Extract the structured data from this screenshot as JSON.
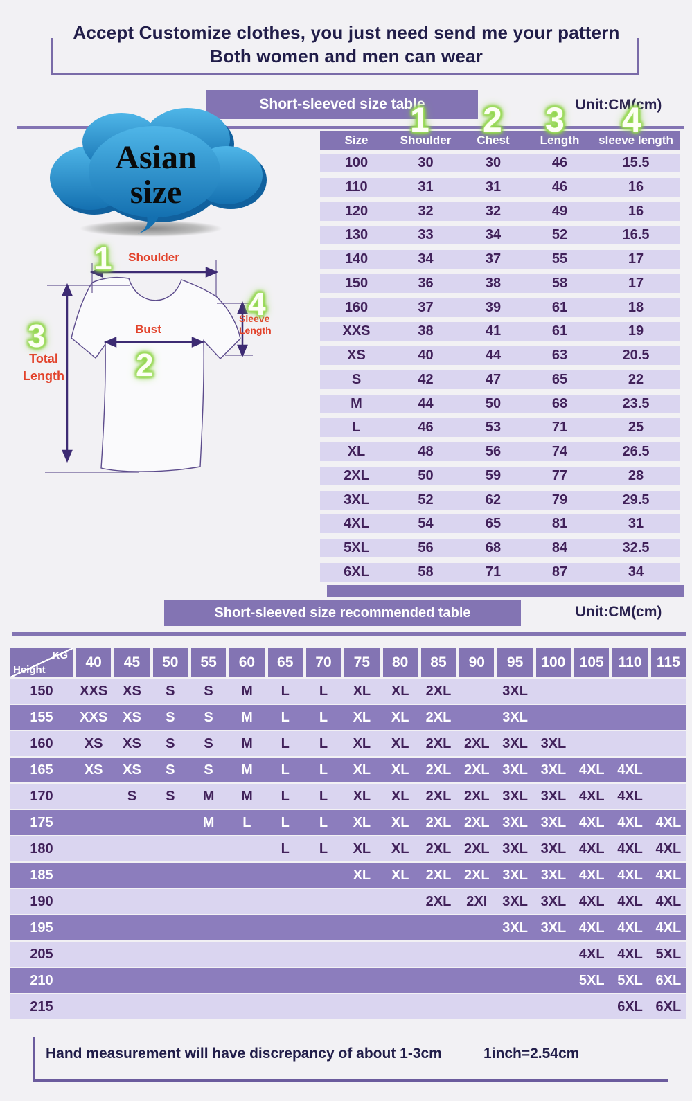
{
  "header": {
    "title_line1": "Accept Customize clothes, you just need send me your pattern",
    "title_line2": "Both women and men can wear"
  },
  "cloud": {
    "line1": "Asian",
    "line2": "size"
  },
  "markers": [
    "1",
    "2",
    "3",
    "4"
  ],
  "diagram": {
    "labels": {
      "shoulder": "Shoulder",
      "bust": "Bust",
      "total_line1": "Total",
      "total_line2": "Length",
      "sleeve_line1": "Sleeve",
      "sleeve_line2": "Length"
    }
  },
  "size_table": {
    "banner": "Short-sleeved size  table",
    "unit": "Unit:CM(cm)",
    "columns": [
      "Size",
      "Shoulder",
      "Chest",
      "Length",
      "sleeve length"
    ],
    "rows": [
      {
        "size": "100",
        "shoulder": "30",
        "chest": "30",
        "length": "46",
        "sleeve": "15.5"
      },
      {
        "size": "110",
        "shoulder": "31",
        "chest": "31",
        "length": "46",
        "sleeve": "16"
      },
      {
        "size": "120",
        "shoulder": "32",
        "chest": "32",
        "length": "49",
        "sleeve": "16"
      },
      {
        "size": "130",
        "shoulder": "33",
        "chest": "34",
        "length": "52",
        "sleeve": "16.5"
      },
      {
        "size": "140",
        "shoulder": "34",
        "chest": "37",
        "length": "55",
        "sleeve": "17"
      },
      {
        "size": "150",
        "shoulder": "36",
        "chest": "38",
        "length": "58",
        "sleeve": "17"
      },
      {
        "size": "160",
        "shoulder": "37",
        "chest": "39",
        "length": "61",
        "sleeve": "18"
      },
      {
        "size": "XXS",
        "shoulder": "38",
        "chest": "41",
        "length": "61",
        "sleeve": "19"
      },
      {
        "size": "XS",
        "shoulder": "40",
        "chest": "44",
        "length": "63",
        "sleeve": "20.5"
      },
      {
        "size": "S",
        "shoulder": "42",
        "chest": "47",
        "length": "65",
        "sleeve": "22"
      },
      {
        "size": "M",
        "shoulder": "44",
        "chest": "50",
        "length": "68",
        "sleeve": "23.5"
      },
      {
        "size": "L",
        "shoulder": "46",
        "chest": "53",
        "length": "71",
        "sleeve": "25"
      },
      {
        "size": "XL",
        "shoulder": "48",
        "chest": "56",
        "length": "74",
        "sleeve": "26.5"
      },
      {
        "size": "2XL",
        "shoulder": "50",
        "chest": "59",
        "length": "77",
        "sleeve": "28"
      },
      {
        "size": "3XL",
        "shoulder": "52",
        "chest": "62",
        "length": "79",
        "sleeve": "29.5"
      },
      {
        "size": "4XL",
        "shoulder": "54",
        "chest": "65",
        "length": "81",
        "sleeve": "31"
      },
      {
        "size": "5XL",
        "shoulder": "56",
        "chest": "68",
        "length": "84",
        "sleeve": "32.5"
      },
      {
        "size": "6XL",
        "shoulder": "58",
        "chest": "71",
        "length": "87",
        "sleeve": "34"
      }
    ]
  },
  "recommend_table": {
    "banner": "Short-sleeved size recommended table",
    "unit": "Unit:CM(cm)",
    "corner_top": "KG",
    "corner_bottom": "Height",
    "weights": [
      "40",
      "45",
      "50",
      "55",
      "60",
      "65",
      "70",
      "75",
      "80",
      "85",
      "90",
      "95",
      "100",
      "105",
      "110",
      "115"
    ],
    "rows": [
      {
        "height": "150",
        "cells": [
          "XXS",
          "XS",
          "S",
          "S",
          "M",
          "L",
          "L",
          "XL",
          "XL",
          "2XL",
          "",
          "3XL",
          "",
          "",
          "",
          ""
        ]
      },
      {
        "height": "155",
        "cells": [
          "XXS",
          "XS",
          "S",
          "S",
          "M",
          "L",
          "L",
          "XL",
          "XL",
          "2XL",
          "",
          "3XL",
          "",
          "",
          "",
          ""
        ]
      },
      {
        "height": "160",
        "cells": [
          "XS",
          "XS",
          "S",
          "S",
          "M",
          "L",
          "L",
          "XL",
          "XL",
          "2XL",
          "2XL",
          "3XL",
          "3XL",
          "",
          "",
          ""
        ]
      },
      {
        "height": "165",
        "cells": [
          "XS",
          "XS",
          "S",
          "S",
          "M",
          "L",
          "L",
          "XL",
          "XL",
          "2XL",
          "2XL",
          "3XL",
          "3XL",
          "4XL",
          "4XL",
          ""
        ]
      },
      {
        "height": "170",
        "cells": [
          "",
          "S",
          "S",
          "M",
          "M",
          "L",
          "L",
          "XL",
          "XL",
          "2XL",
          "2XL",
          "3XL",
          "3XL",
          "4XL",
          "4XL",
          ""
        ]
      },
      {
        "height": "175",
        "cells": [
          "",
          "",
          "",
          "M",
          "L",
          "L",
          "L",
          "XL",
          "XL",
          "2XL",
          "2XL",
          "3XL",
          "3XL",
          "4XL",
          "4XL",
          "4XL"
        ]
      },
      {
        "height": "180",
        "cells": [
          "",
          "",
          "",
          "",
          "",
          "L",
          "L",
          "XL",
          "XL",
          "2XL",
          "2XL",
          "3XL",
          "3XL",
          "4XL",
          "4XL",
          "4XL"
        ]
      },
      {
        "height": "185",
        "cells": [
          "",
          "",
          "",
          "",
          "",
          "",
          "",
          "XL",
          "XL",
          "2XL",
          "2XL",
          "3XL",
          "3XL",
          "4XL",
          "4XL",
          "4XL"
        ]
      },
      {
        "height": "190",
        "cells": [
          "",
          "",
          "",
          "",
          "",
          "",
          "",
          "",
          "",
          "2XL",
          "2XI",
          "3XL",
          "3XL",
          "4XL",
          "4XL",
          "4XL"
        ]
      },
      {
        "height": "195",
        "cells": [
          "",
          "",
          "",
          "",
          "",
          "",
          "",
          "",
          "",
          "",
          "",
          "3XL",
          "3XL",
          "4XL",
          "4XL",
          "4XL"
        ]
      },
      {
        "height": "205",
        "cells": [
          "",
          "",
          "",
          "",
          "",
          "",
          "",
          "",
          "",
          "",
          "",
          "",
          "",
          "4XL",
          "4XL",
          "5XL"
        ]
      },
      {
        "height": "210",
        "cells": [
          "",
          "",
          "",
          "",
          "",
          "",
          "",
          "",
          "",
          "",
          "",
          "",
          "",
          "5XL",
          "5XL",
          "6XL"
        ]
      },
      {
        "height": "215",
        "cells": [
          "",
          "",
          "",
          "",
          "",
          "",
          "",
          "",
          "",
          "",
          "",
          "",
          "",
          "",
          "6XL",
          "6XL"
        ]
      }
    ]
  },
  "footer": {
    "note": "Hand measurement will have discrepancy of about  1-3cm",
    "conversion": "1inch=2.54cm"
  },
  "colors": {
    "purple": "#8374B3",
    "lavender_row": "#DAD5F0",
    "dark_row_purple": "#8C7DBD",
    "value_text": "#41215A",
    "title_text": "#211D49",
    "accent_green": "#8FD44A",
    "label_red": "#E2422B",
    "cloud_blue": "#2B93CC"
  }
}
